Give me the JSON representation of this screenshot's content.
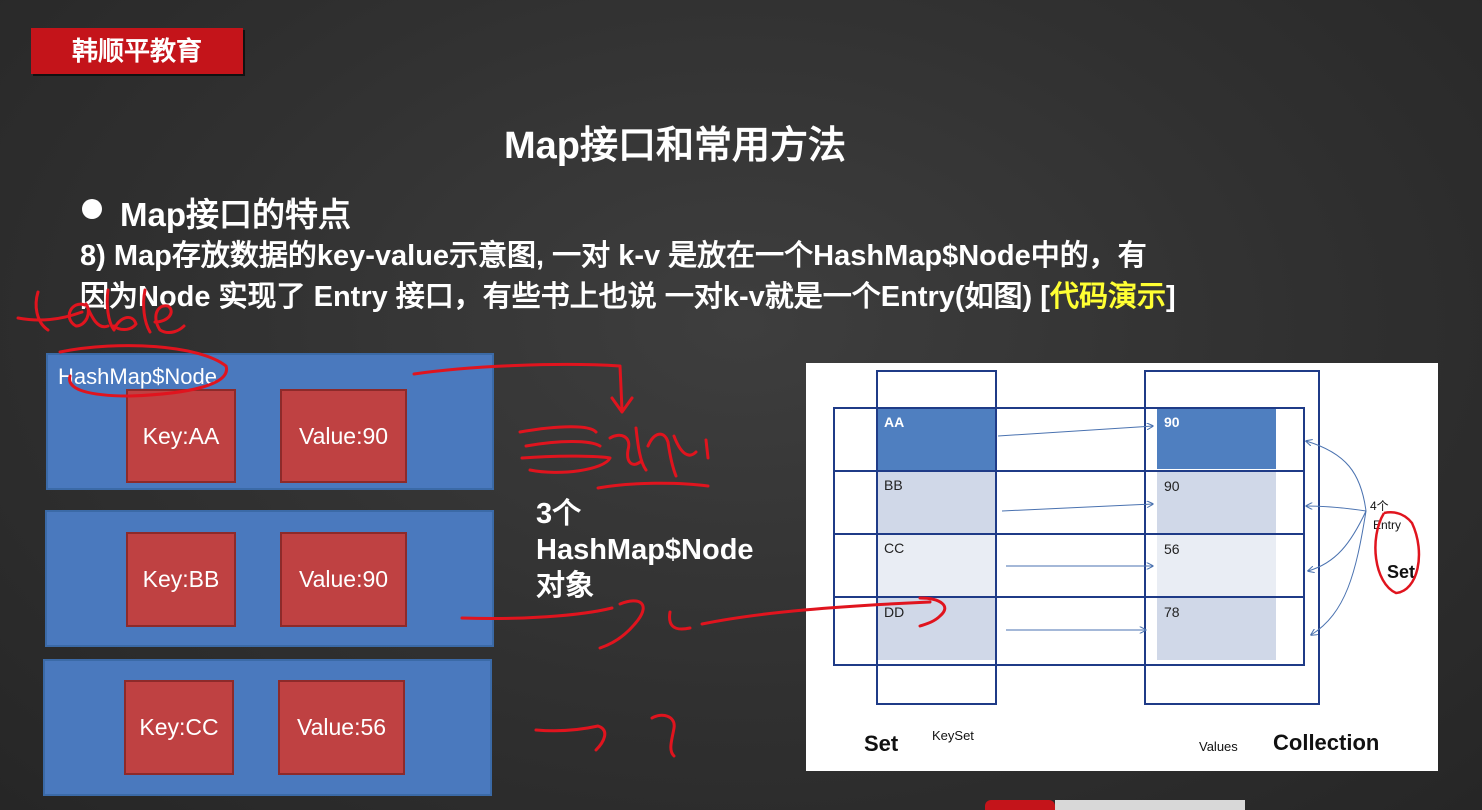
{
  "brand": "韩顺平教育",
  "title": "Map接口和常用方法",
  "bullet": "Map接口的特点",
  "paragraph": {
    "line1": "8) Map存放数据的key-value示意图, 一对 k-v 是放在一个HashMap$Node中的，有",
    "line2_pre": "因为Node 实现了  Entry 接口，有些书上也说 一对k-v就是一个Entry(如图) [",
    "line2_link": "代码演示",
    "line2_post": "]"
  },
  "left_diagram": {
    "node_label": "HashMap$Node",
    "nodes": [
      {
        "key": "Key:AA",
        "value": "Value:90"
      },
      {
        "key": "Key:BB",
        "value": "Value:90"
      },
      {
        "key": "Key:CC",
        "value": "Value:56"
      }
    ]
  },
  "count_text": {
    "line1": "3个",
    "line2": "HashMap$Node",
    "line3": "对象"
  },
  "right_diagram": {
    "keys": [
      "AA",
      "BB",
      "CC",
      "DD"
    ],
    "values": [
      "90",
      "90",
      "56",
      "78"
    ],
    "set_label": "Set",
    "keyset_label": "KeySet",
    "values_label": "Values",
    "collection_label": "Collection",
    "entry_count": "4个",
    "entry_label": "Entry",
    "entry_set_label": "Set"
  },
  "handwriting": {
    "table": "table",
    "entry": "entry"
  },
  "colors": {
    "brand_red": "#c4141a",
    "node_blue": "#4a79be",
    "cell_red": "#bf4142",
    "highlight_yellow": "#ffff33",
    "ink_red": "#e0141e"
  }
}
